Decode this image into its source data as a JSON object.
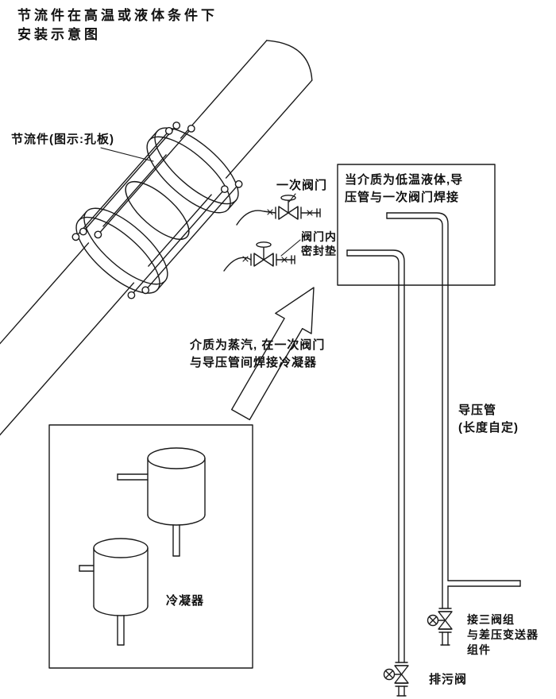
{
  "colors": {
    "ink": "#1a1a1a",
    "background": "#ffffff"
  },
  "title": {
    "line1": "节流件在高温或液体条件下",
    "line2": "安装示意图"
  },
  "labels": {
    "throttling_device": "节流件(图示:孔板)",
    "primary_valve": "一次阀门",
    "valve_seal_line1": "阀门内",
    "valve_seal_line2": "密封垫",
    "low_temp_line1": "当介质为低温液体,导",
    "low_temp_line2": "压管与一次阀门焊接",
    "steam_line1": "介质为蒸汽, 在一次阀门",
    "steam_line2": "与导压管间焊接冷凝器",
    "impulse_line1": "导压管",
    "impulse_line2": "(长度自定)",
    "condenser": "冷凝器",
    "manifold_line1": "接三阀组",
    "manifold_line2": "与差压变送器",
    "manifold_line3": "组件",
    "drain_valve": "排污阀"
  }
}
